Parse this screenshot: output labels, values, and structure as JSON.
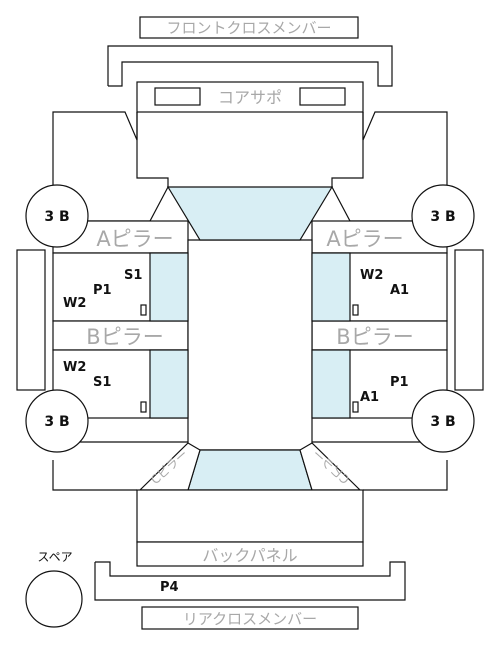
{
  "labels": {
    "front_cross_member": "フロントクロスメンバー",
    "core_support": "コアサポ",
    "a_pillar_left": "Aピラー",
    "a_pillar_right": "Aピラー",
    "b_pillar_left": "Bピラー",
    "b_pillar_right": "Bピラー",
    "c_pillar_left": "Cピラー",
    "c_pillar_right": "Cピラー",
    "back_panel": "バックパネル",
    "rear_cross_member": "リアクロスメンバー",
    "spare": "スペア",
    "p4": "P4"
  },
  "wheels": {
    "front_left": "3 B",
    "front_right": "3 B",
    "rear_left": "3 B",
    "rear_right": "3 B"
  },
  "codes": {
    "left_front": {
      "s1": "S1",
      "p1": "P1",
      "w2": "W2"
    },
    "left_rear": {
      "w2": "W2",
      "s1": "S1"
    },
    "right_front": {
      "w2": "W2",
      "a1": "A1"
    },
    "right_rear": {
      "p1": "P1",
      "a1": "A1"
    }
  }
}
